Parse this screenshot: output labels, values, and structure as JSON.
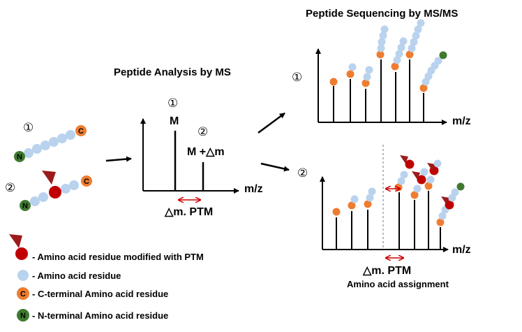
{
  "colors": {
    "residue": "#b9d3ee",
    "c_terminal": "#ee7d31",
    "n_terminal": "#3f7a2f",
    "ptm": "#c00000",
    "ptm_marker": "#9b1b1b",
    "arrow": "#cc0000",
    "ink": "#000000"
  },
  "titles": {
    "ms": "Peptide Analysis  by MS",
    "msms": "Peptide Sequencing by MS/MS"
  },
  "peptides": {
    "label_1": "①",
    "label_2": "②",
    "n_glyph": "N",
    "c_glyph": "C"
  },
  "ms_spectrum": {
    "label_1": "①",
    "label_2": "②",
    "peak_m": "M",
    "peak_m_delta": "M +△m",
    "x_axis": "m/z",
    "shift_label": "△m. PTM"
  },
  "msms_top": {
    "label": "①",
    "x_axis": "m/z"
  },
  "msms_bottom": {
    "label": "②",
    "x_axis": "m/z",
    "shift_label": "△m. PTM",
    "caption": "Amino  acid assignment"
  },
  "legend": {
    "ptm": "- Amino acid residue modified with PTM",
    "residue": "- Amino acid residue",
    "c_terminal": "- C-terminal Amino acid residue",
    "n_terminal": " - N-terminal Amino acid residue",
    "c_glyph": "C",
    "n_glyph": "N"
  }
}
